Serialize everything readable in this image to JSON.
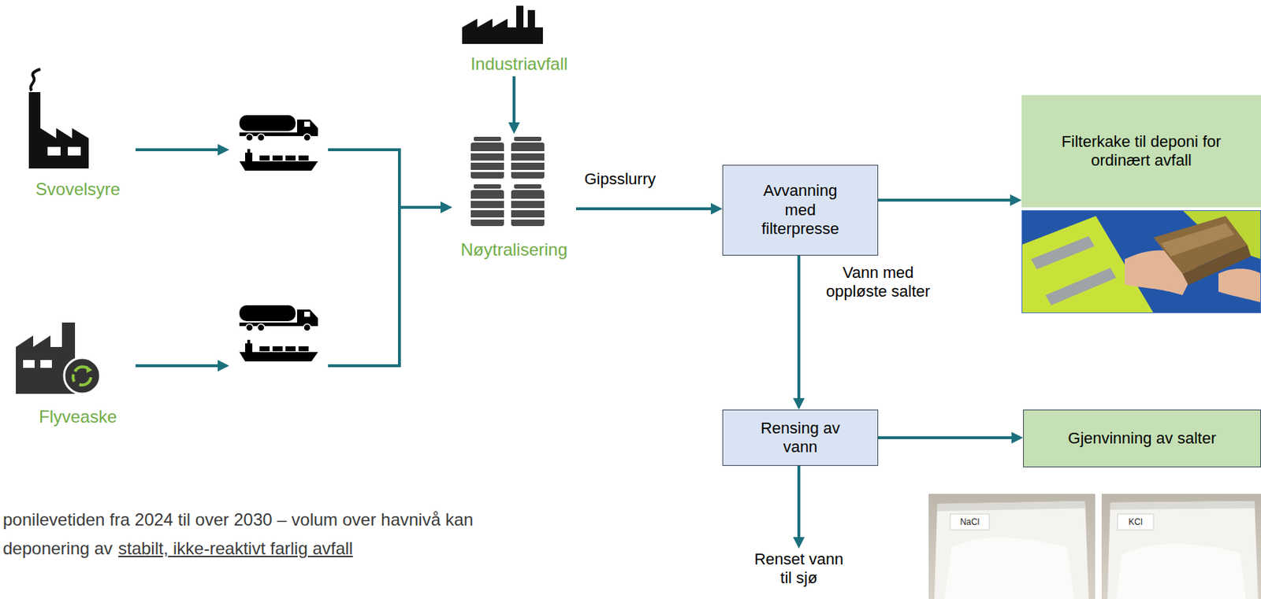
{
  "diagram": {
    "nodes": [
      {
        "text": [
          "Svovelsyre"
        ]
      },
      {
        "text": [
          "Flyveaske"
        ]
      },
      {
        "text": [
          "Industriavfall"
        ]
      },
      {
        "text": [
          "Nøytralisering"
        ]
      },
      {
        "text": [
          "Avvanning med filterpresse"
        ]
      },
      {
        "text": [
          "Filterkake til deponi for ordinært avfall"
        ]
      },
      {
        "text": [
          "Rensing av vann"
        ]
      },
      {
        "text": [
          "Gjenvinning av salter"
        ]
      },
      {
        "text": [
          "Renset vann til sjø"
        ]
      }
    ],
    "edges": [
      {
        "from": 0,
        "to": 3,
        "arrow": "to"
      },
      {
        "from": 1,
        "to": 3,
        "arrow": "to"
      },
      {
        "from": 2,
        "to": 3,
        "arrow": "to"
      },
      {
        "from": 3,
        "to": 4,
        "label": "Gipsslurry",
        "arrow": "to"
      },
      {
        "from": 4,
        "to": 5,
        "arrow": "to"
      },
      {
        "from": 4,
        "to": 6,
        "label": "Vann med oppløste salter",
        "arrow": "to"
      },
      {
        "from": 6,
        "to": 7,
        "arrow": "to"
      },
      {
        "from": 6,
        "to": 8,
        "arrow": "to"
      }
    ],
    "labels": [
      "ponilevetiden fra 2024 til over 2030 – volum over havnivå kan",
      "deponering av",
      "stabilt, ikke-reaktivt farlig avfall",
      "NaCl",
      "KCl"
    ]
  }
}
